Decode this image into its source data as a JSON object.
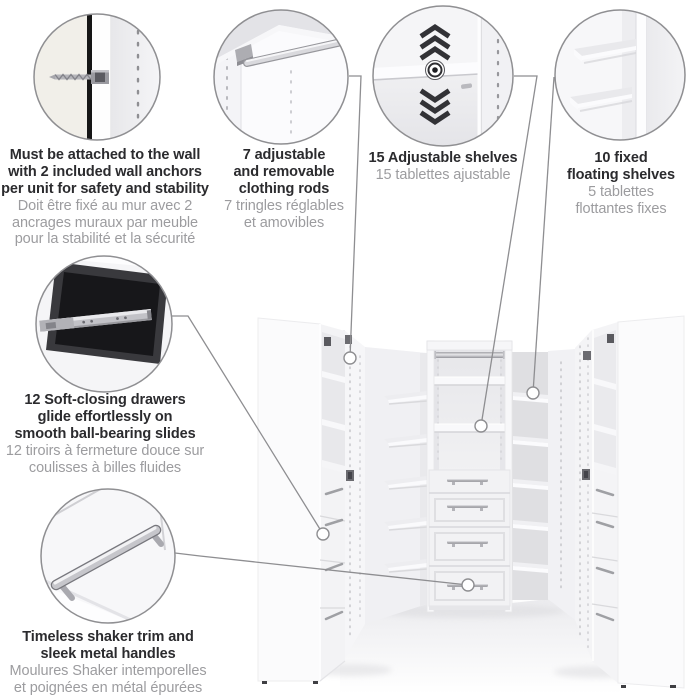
{
  "image_type": "product-feature-infographic",
  "product": "white walk-in corner closet organizer with shelves, drawers and rods",
  "colors": {
    "background": "#ffffff",
    "heading_text": "#2b2b2e",
    "subtext_fr": "#9c9c9f",
    "leader_line": "#8e8e91",
    "product_white": "#fafafb",
    "product_shadow": "#d8d8db",
    "dark_detail": "#3f3f43"
  },
  "callouts": {
    "wall_anchor": {
      "icon": "wall-anchor-icon",
      "en": [
        "Must be attached to the wall",
        "with 2 included wall anchors",
        "per unit for safety and stability"
      ],
      "fr": [
        "Doit être fixé au mur avec 2",
        "ancrages muraux par meuble",
        "pour la stabilité et la sécurité"
      ]
    },
    "clothing_rods": {
      "icon": "clothing-rod-icon",
      "en": [
        "7 adjustable",
        "and removable",
        "clothing rods"
      ],
      "fr": [
        "7 tringles réglables",
        "et amovibles"
      ]
    },
    "adjustable_shelves": {
      "icon": "adjustable-shelf-icon",
      "en": [
        "15 Adjustable shelves"
      ],
      "fr": [
        "15 tablettes ajustable"
      ]
    },
    "floating_shelves": {
      "icon": "floating-shelves-icon",
      "en": [
        "10 fixed",
        "floating shelves"
      ],
      "fr": [
        "5 tablettes",
        "flottantes fixes"
      ]
    },
    "drawers": {
      "icon": "drawer-slide-icon",
      "en": [
        "12 Soft-closing drawers",
        "glide effortlessly on",
        "smooth ball-bearing slides"
      ],
      "fr": [
        "12 tiroirs à fermeture douce sur",
        "coulisses à billes fluides"
      ]
    },
    "handles": {
      "icon": "metal-handle-icon",
      "en": [
        "Timeless shaker trim and",
        "sleek metal handles"
      ],
      "fr": [
        "Moulures Shaker intemporelles",
        "et poignées en métal épurées"
      ]
    }
  }
}
